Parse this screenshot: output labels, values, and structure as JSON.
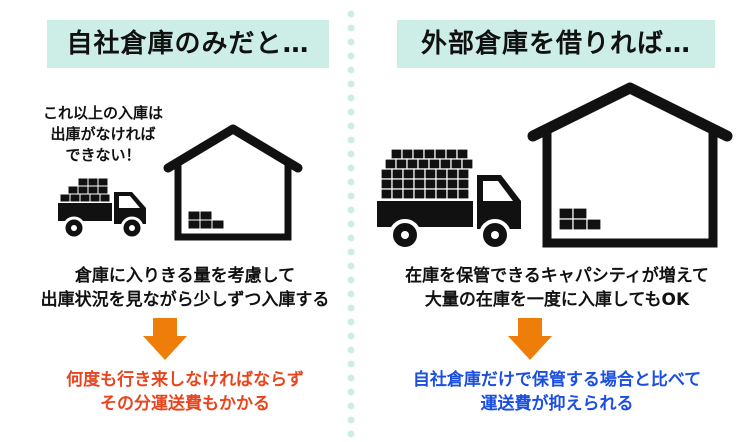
{
  "left": {
    "title": "自社倉庫のみだと…",
    "note_lines": [
      "これ以上の入庫は",
      "出庫がなければ",
      "できない！"
    ],
    "desc_lines": [
      "倉庫に入りきる量を考慮して",
      "出庫状況を見ながら少しずつ入庫する"
    ],
    "result_lines": [
      "何度も行き来しなければならず",
      "その分運送費もかかる"
    ]
  },
  "right": {
    "title": "外部倉庫を借りれば…",
    "desc_lines": [
      "在庫を保管できるキャパシティが増えて",
      "大量の在庫を一度に入庫してもOK"
    ],
    "result_lines": [
      "自社倉庫だけで保管する場合と比べて",
      "運送費が抑えられる"
    ]
  },
  "colors": {
    "title_bg": "#cdeee7",
    "arrow": "#ee7d0a",
    "divider": "#cdeee7",
    "left_result": "#e8451e",
    "right_result": "#1a4fe0"
  },
  "icons": [
    "truck-small-icon",
    "warehouse-small-icon",
    "truck-large-icon",
    "warehouse-large-icon",
    "down-arrow-icon"
  ]
}
